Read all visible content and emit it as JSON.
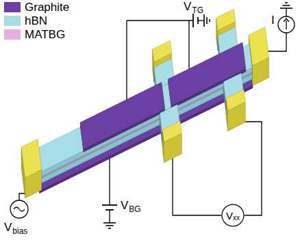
{
  "diagram": {
    "nodes": [
      {
        "text": [
          "V",
          "xx"
        ]
      }
    ],
    "labels": [
      "V",
      "TG",
      "I",
      "V",
      "bias",
      "V",
      "BG"
    ],
    "legend": [
      {
        "text": "Graphite",
        "color": "#6b3fa3"
      },
      {
        "text": "hBN",
        "color": "#a8dde5"
      },
      {
        "text": "MATBG",
        "color": "#e3b0e3"
      }
    ]
  }
}
